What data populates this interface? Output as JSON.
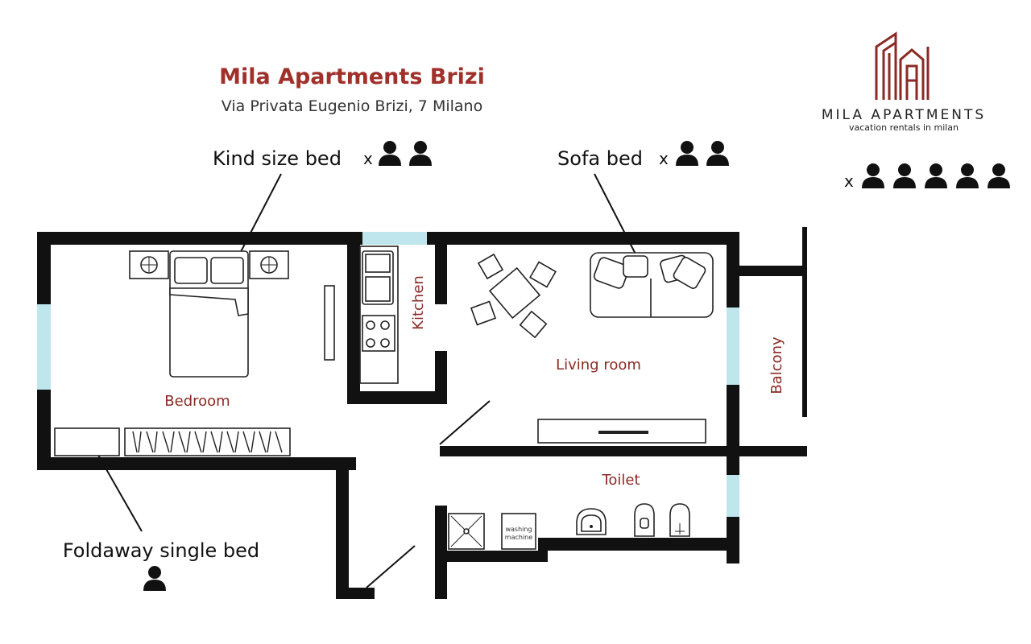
{
  "header": {
    "title": "Mila Apartments Brizi",
    "address": "Via Privata Eugenio Brizi, 7 Milano"
  },
  "brand": {
    "name": "MILA APARTMENTS",
    "tagline": "vacation rentals in milan",
    "color": "#8b2a24"
  },
  "beds": {
    "king": {
      "label": "Kind size bed",
      "multiplier": "x",
      "guests": 2
    },
    "sofa": {
      "label": "Sofa bed",
      "multiplier": "x",
      "guests": 2
    },
    "foldaway": {
      "label": "Foldaway single bed",
      "guests": 1
    },
    "total": {
      "multiplier": "x",
      "guests": 5
    }
  },
  "rooms": {
    "bedroom": "Bedroom",
    "kitchen": "Kitchen",
    "living_room": "Living room",
    "balcony": "Balcony",
    "toilet": "Toilet",
    "washing_machine_line1": "washing",
    "washing_machine_line2": "machine"
  },
  "colors": {
    "accent": "#a0302a",
    "wall": "#111111",
    "window": "#bfe6ec"
  }
}
